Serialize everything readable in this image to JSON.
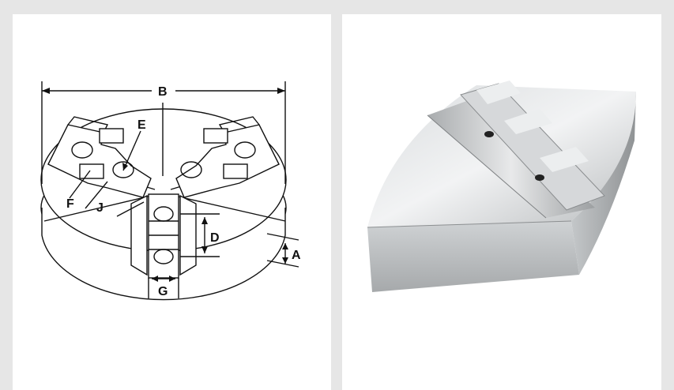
{
  "diagram": {
    "labels": {
      "B": "B",
      "E": "E",
      "F": "F",
      "J": "J",
      "D": "D",
      "A": "A",
      "G": "G"
    }
  },
  "photo": {
    "subject": "hardened-soft-jaw-blank"
  }
}
